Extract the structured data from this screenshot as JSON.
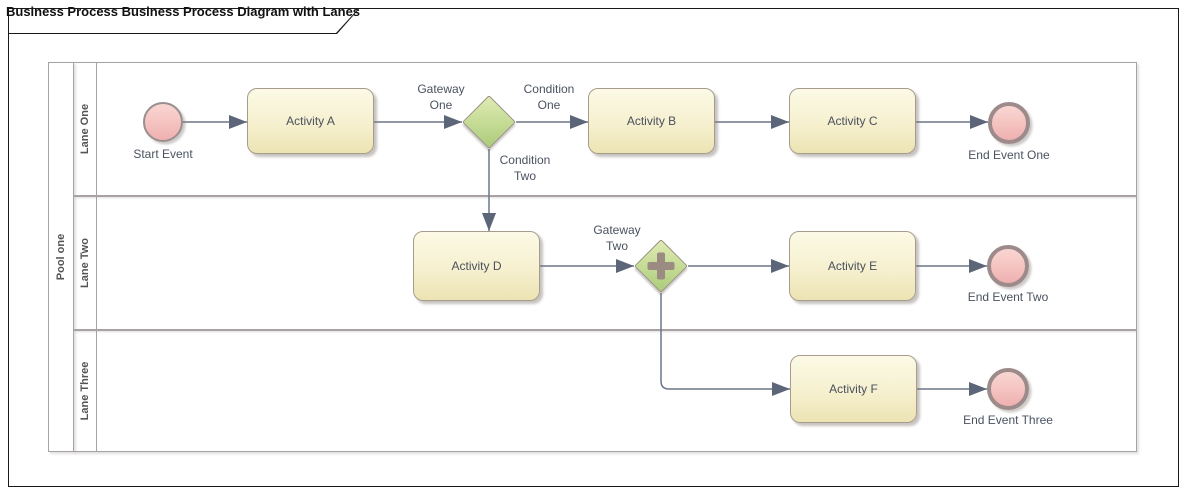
{
  "frame": {
    "title": "Business Process Business Process Diagram with Lanes"
  },
  "pool": {
    "label": "Pool one",
    "lanes": [
      {
        "label": "Lane One"
      },
      {
        "label": "Lane Two"
      },
      {
        "label": "Lane Three"
      }
    ]
  },
  "nodes": {
    "start_event": {
      "label": "Start Event",
      "type": "start-event"
    },
    "activity_a": {
      "label": "Activity A",
      "type": "activity"
    },
    "activity_b": {
      "label": "Activity B",
      "type": "activity"
    },
    "activity_c": {
      "label": "Activity C",
      "type": "activity"
    },
    "activity_d": {
      "label": "Activity D",
      "type": "activity"
    },
    "activity_e": {
      "label": "Activity E",
      "type": "activity"
    },
    "activity_f": {
      "label": "Activity F",
      "type": "activity"
    },
    "gateway_one": {
      "label": "Gateway One",
      "type": "exclusive-gateway"
    },
    "gateway_two": {
      "label": "Gateway Two",
      "type": "parallel-gateway"
    },
    "end_event_one": {
      "label": "End Event One",
      "type": "end-event"
    },
    "end_event_two": {
      "label": "End Event Two",
      "type": "end-event"
    },
    "end_event_three": {
      "label": "End Event Three",
      "type": "end-event"
    }
  },
  "flows": {
    "condition_one": "Condition One",
    "condition_two": "Condition Two"
  },
  "colors": {
    "activity_fill_top": "#FCFAE6",
    "activity_fill_bottom": "#ECE4B3",
    "activity_border": "#A69C8E",
    "event_fill": "#F4C2C0",
    "start_event_border": "#9A8F8F",
    "end_event_border": "#9D8A8A",
    "gateway_fill_top": "#DFEBB4",
    "gateway_fill_bottom": "#ABCB7B",
    "gateway_border": "#95907E",
    "gateway_plus": "#9C8B83",
    "connector": "#6C7689",
    "lane_border": "#A9A2A2",
    "label_text": "#4A5260",
    "title_text": "#111111"
  }
}
